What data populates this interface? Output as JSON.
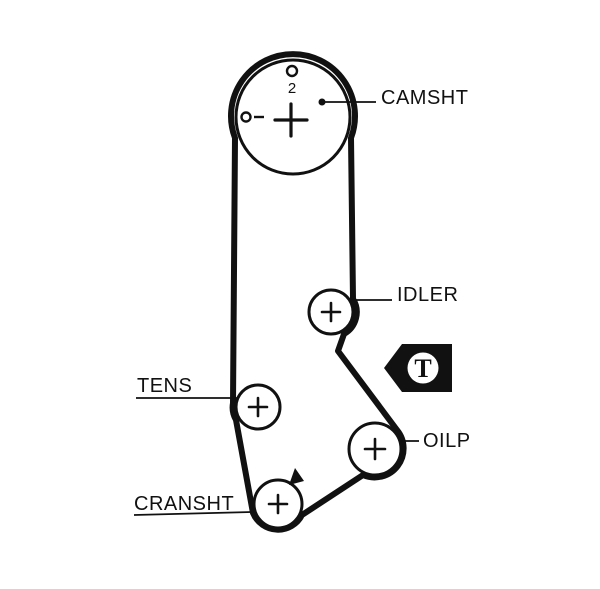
{
  "diagram": {
    "colors": {
      "line": "#111111",
      "background": "#ffffff"
    },
    "labels": {
      "camshaft": "CAMSHT",
      "idler": "IDLER",
      "tensioner": "TENS",
      "oil_pump": "OILP",
      "crankshaft": "CRANSHT"
    },
    "camshaft_mark_number": "2",
    "badge_letter": "T"
  }
}
